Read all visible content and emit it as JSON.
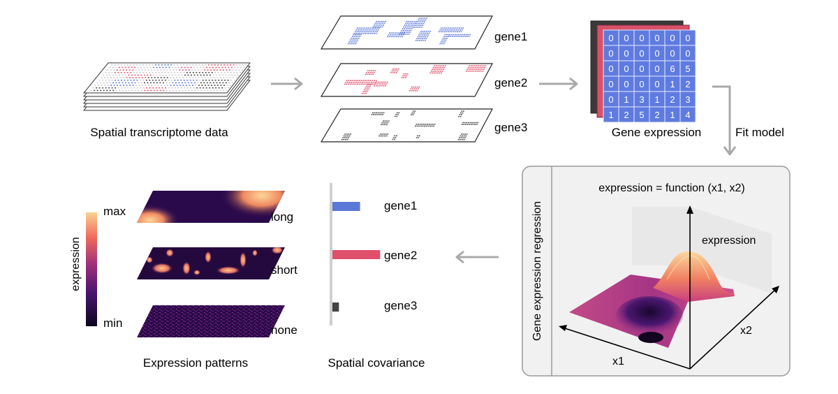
{
  "panels": {
    "spatial_data": {
      "caption": "Spatial transcriptome data"
    },
    "gene_layers": {
      "labels": [
        "gene1",
        "gene2",
        "gene3"
      ]
    },
    "gene_expression": {
      "caption": "Gene expression",
      "matrix": [
        [
          "0",
          "0",
          "0",
          "0",
          "0",
          "0"
        ],
        [
          "0",
          "0",
          "0",
          "0",
          "0",
          "0"
        ],
        [
          "0",
          "0",
          "0",
          "0",
          "6",
          "5"
        ],
        [
          "0",
          "0",
          "0",
          "0",
          "1",
          "2"
        ],
        [
          "0",
          "1",
          "3",
          "1",
          "2",
          "3"
        ],
        [
          "1",
          "2",
          "5",
          "2",
          "1",
          "4"
        ]
      ]
    },
    "fit_model": {
      "label": "Fit model"
    },
    "regression": {
      "side_title": "Gene expression regression",
      "formula": "expression = function (x1, x2)",
      "z_label": "expression",
      "x1_label": "x1",
      "x2_label": "x2"
    },
    "covariance": {
      "caption": "Spatial covariance",
      "genes": [
        {
          "label": "gene1",
          "value": 0.55,
          "color": "#5b78d6"
        },
        {
          "label": "gene2",
          "value": 0.95,
          "color": "#e0506b"
        },
        {
          "label": "gene3",
          "value": 0.13,
          "color": "#444444"
        }
      ]
    },
    "patterns": {
      "caption": "Expression patterns",
      "colorbar_title": "expression",
      "colorbar_max": "max",
      "colorbar_min": "min",
      "labels": [
        "long",
        "short",
        "none"
      ]
    }
  },
  "colors": {
    "gene1": "#5b78d6",
    "gene2": "#e0506b",
    "gene3": "#444444",
    "arrow": "#a9a9a9",
    "matrix_cell": "#5f7be0",
    "panel_bg": "#f1f1f1"
  }
}
